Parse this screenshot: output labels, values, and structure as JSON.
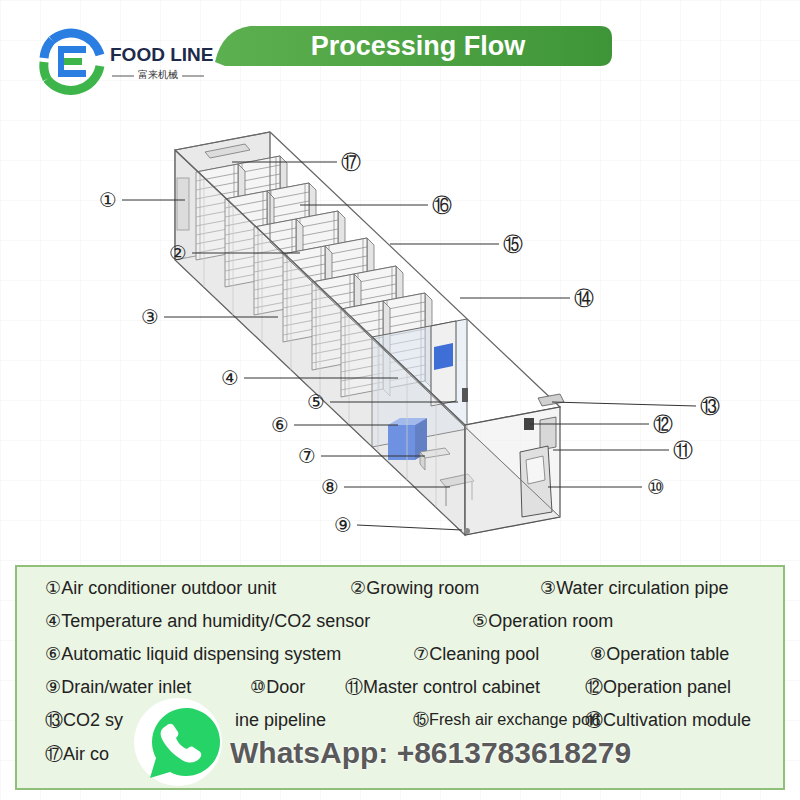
{
  "diagram": {
    "title": "Processing Flow",
    "nodes": [
      {
        "text": [
          "①Air conditioner outdoor unit",
          "②Growing room",
          "③Water circulation pipe",
          "④Temperature and humidity/CO2 sensor",
          "⑤Operation room",
          "⑥Automatic liquid dispensing system",
          "⑦Cleaning pool",
          "⑧Operation table",
          "⑨Drain/water inlet",
          "⑩Door",
          "⑪Master control cabinet",
          "⑫Operation panel",
          "⑬CO2 sy",
          "ine pipeline",
          "⑮Fresh air exchange port",
          "⑯Cultivation module",
          "⑰Air co"
        ]
      }
    ],
    "labels": [
      "FOOD LINE",
      "富来机械",
      "①",
      "②",
      "③",
      "④",
      "⑤",
      "⑥",
      "⑦",
      "⑧",
      "⑨",
      "⑩",
      "⑪",
      "⑫",
      "⑬",
      "⑭",
      "⑮",
      "⑯",
      "⑰",
      "WhatsApp: +8613783618279"
    ]
  }
}
